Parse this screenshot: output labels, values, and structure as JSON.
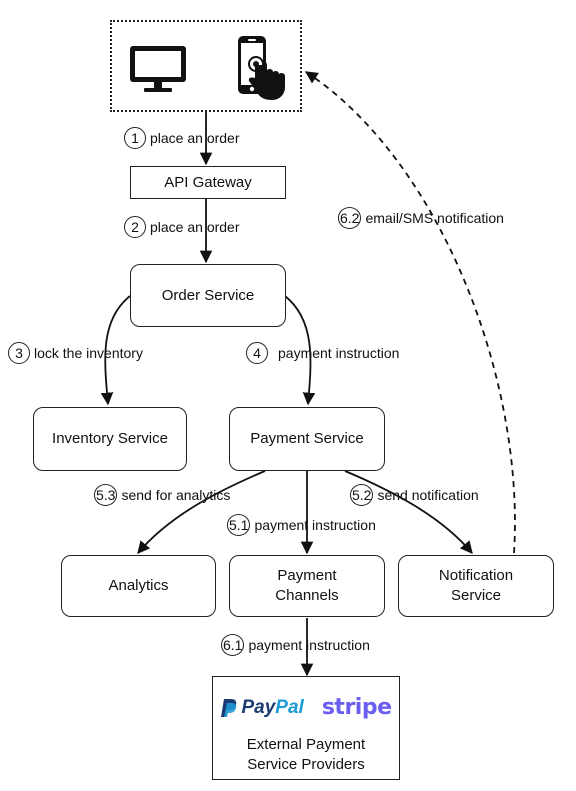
{
  "nodes": {
    "api_gateway": "API Gateway",
    "order_service": "Order Service",
    "inventory_service": "Inventory Service",
    "payment_service": "Payment Service",
    "analytics": "Analytics",
    "payment_channels_line1": "Payment",
    "payment_channels_line2": "Channels",
    "notification_service_line1": "Notification",
    "notification_service_line2": "Service",
    "providers_line1": "External Payment",
    "providers_line2": "Service Providers"
  },
  "logos": {
    "paypal_pay": "Pay",
    "paypal_pal": "Pal",
    "stripe": "stripe"
  },
  "steps": [
    {
      "num": "1",
      "text": "place an order"
    },
    {
      "num": "2",
      "text": "place an order"
    },
    {
      "num": "3",
      "text": "lock the inventory"
    },
    {
      "num": "4",
      "text": "payment instruction"
    },
    {
      "num": "5.3",
      "text": "send for analytics"
    },
    {
      "num": "5.1",
      "text": "payment instruction"
    },
    {
      "num": "5.2",
      "text": "send notification"
    },
    {
      "num": "6.1",
      "text": "payment instruction"
    },
    {
      "num": "6.2",
      "text": "email/SMS notification"
    }
  ],
  "icons": [
    "desktop-monitor-icon",
    "smartphone-touch-icon"
  ]
}
